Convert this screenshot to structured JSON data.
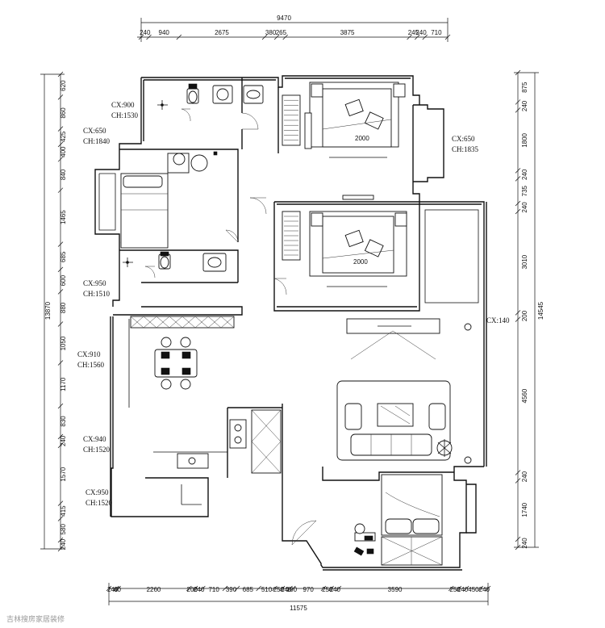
{
  "dims_top": {
    "total": "9470",
    "segments": [
      "240",
      "940",
      "2675",
      "380",
      "265",
      "3875",
      "245",
      "240",
      "710"
    ]
  },
  "dims_bottom": {
    "total": "11575",
    "segments": [
      "240",
      "60",
      "2260",
      "200",
      "240",
      "710",
      "390",
      "685",
      "510",
      "250",
      "240",
      "100",
      "970",
      "250",
      "240",
      "3590",
      "250",
      "240",
      "450",
      "240"
    ]
  },
  "dims_left": {
    "total": "13870",
    "segments": [
      "620",
      "860",
      "425",
      "400",
      "840",
      "1465",
      "685",
      "600",
      "880",
      "1050",
      "1170",
      "830",
      "240",
      "1570",
      "415",
      "580",
      "240"
    ]
  },
  "dims_right": {
    "total": "14545",
    "segments": [
      "875",
      "240",
      "1800",
      "240",
      "735",
      "240",
      "3010",
      "200",
      "4560",
      "240",
      "1740",
      "240"
    ]
  },
  "window_labels": [
    {
      "cx": "CX:900",
      "ch": "CH:1530"
    },
    {
      "cx": "CX:650",
      "ch": "CH:1840"
    },
    {
      "cx": "CX:650",
      "ch": "CH:1835"
    },
    {
      "cx": "CX:950",
      "ch": "CH:1510"
    },
    {
      "cx": "CX:910",
      "ch": "CH:1560"
    },
    {
      "cx": "CX:940",
      "ch": "CH:1520"
    },
    {
      "cx": "CX:950",
      "ch": "CH:1520"
    }
  ],
  "balcony_label": "CX:140",
  "bed_dims": [
    "2000",
    "2000"
  ],
  "watermark": "吉林搜房家居装修"
}
